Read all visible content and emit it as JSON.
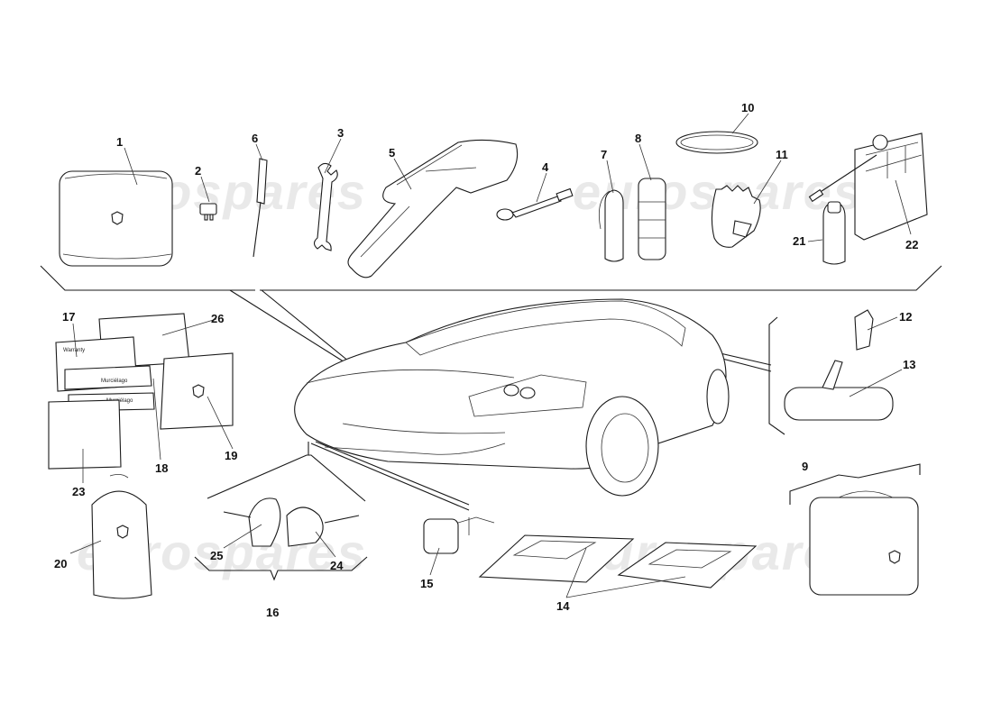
{
  "callouts": [
    {
      "id": "1",
      "label": "1"
    },
    {
      "id": "2",
      "label": "2"
    },
    {
      "id": "3",
      "label": "3"
    },
    {
      "id": "4",
      "label": "4"
    },
    {
      "id": "5",
      "label": "5"
    },
    {
      "id": "6",
      "label": "6"
    },
    {
      "id": "7",
      "label": "7"
    },
    {
      "id": "8",
      "label": "8"
    },
    {
      "id": "9",
      "label": "9"
    },
    {
      "id": "10",
      "label": "10"
    },
    {
      "id": "11",
      "label": "11"
    },
    {
      "id": "12",
      "label": "12"
    },
    {
      "id": "13",
      "label": "13"
    },
    {
      "id": "14",
      "label": "14"
    },
    {
      "id": "15",
      "label": "15"
    },
    {
      "id": "16",
      "label": "16"
    },
    {
      "id": "17",
      "label": "17"
    },
    {
      "id": "18",
      "label": "18"
    },
    {
      "id": "19",
      "label": "19"
    },
    {
      "id": "20",
      "label": "20"
    },
    {
      "id": "21",
      "label": "21"
    },
    {
      "id": "22",
      "label": "22"
    },
    {
      "id": "23",
      "label": "23"
    },
    {
      "id": "24",
      "label": "24"
    },
    {
      "id": "25",
      "label": "25"
    },
    {
      "id": "26",
      "label": "26"
    }
  ],
  "booklets": {
    "warranty": "Warranty",
    "murcielago_1": "Murciélago",
    "murcielago_2": "Murciélago"
  },
  "watermark": "eurospares",
  "colors": {
    "line": "#1a1a1a",
    "watermark": "#e9e9e9",
    "background": "#ffffff"
  }
}
